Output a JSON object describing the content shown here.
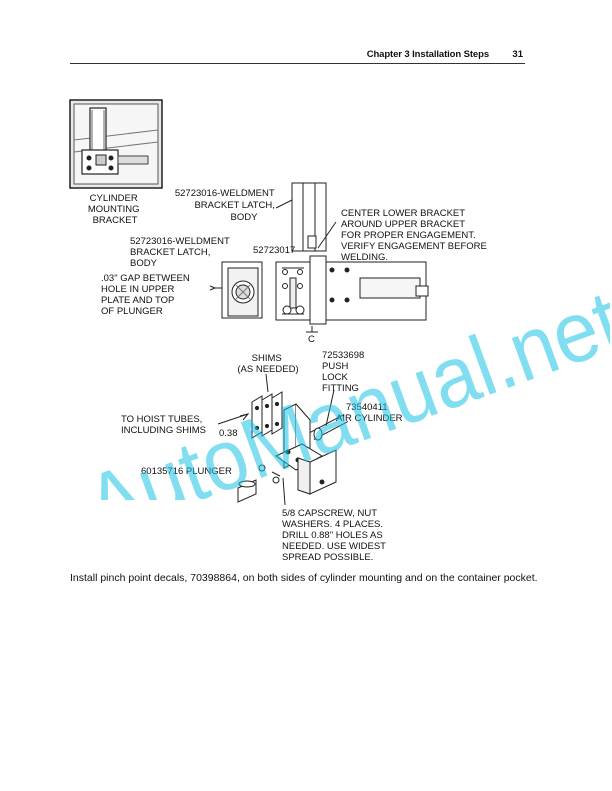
{
  "header": {
    "chapter": "Chapter 3   Installation Steps",
    "page_number": "31"
  },
  "figure": {
    "labels": {
      "cylinder_mounting_bracket": [
        "CYLINDER",
        "MOUNTING",
        "BRACKET"
      ],
      "weldment_upper": [
        "52723016-WELDMENT",
        "BRACKET LATCH,",
        "BODY"
      ],
      "center_lower": [
        "CENTER LOWER BRACKET",
        "AROUND UPPER BRACKET",
        "FOR PROPER ENGAGEMENT.",
        "VERIFY ENGAGEMENT BEFORE",
        "WELDING."
      ],
      "weldment_lower": [
        "52723016-WELDMENT",
        "BRACKET LATCH,",
        "BODY"
      ],
      "part_52723017": "52723017",
      "gap": [
        ".03\" GAP BETWEEN",
        "HOLE IN UPPER",
        "PLATE AND TOP",
        "OF PLUNGER"
      ],
      "section_c": "C",
      "shims": [
        "SHIMS",
        "(AS NEEDED)"
      ],
      "push_lock": [
        "72533698",
        "PUSH",
        "LOCK",
        "FITTING"
      ],
      "air_cylinder": [
        "73540411",
        "AIR CYLINDER"
      ],
      "hoist_tubes": [
        "TO HOIST TUBES,",
        "INCLUDING SHIMS"
      ],
      "dim_038": "0.38",
      "plunger": "60135716 PLUNGER",
      "capscrew": [
        "5/8 CAPSCREW, NUT",
        "WASHERS. 4 PLACES.",
        "DRILL 0.88\" HOLES AS",
        "NEEDED.  USE WIDEST",
        "SPREAD POSSIBLE."
      ]
    }
  },
  "body": {
    "instruction": "Install pinch point decals, 70398864, on both sides of cylinder mounting and on the container pocket."
  },
  "watermark": {
    "text": "AutoManual.net",
    "color": "#19c3e3"
  }
}
